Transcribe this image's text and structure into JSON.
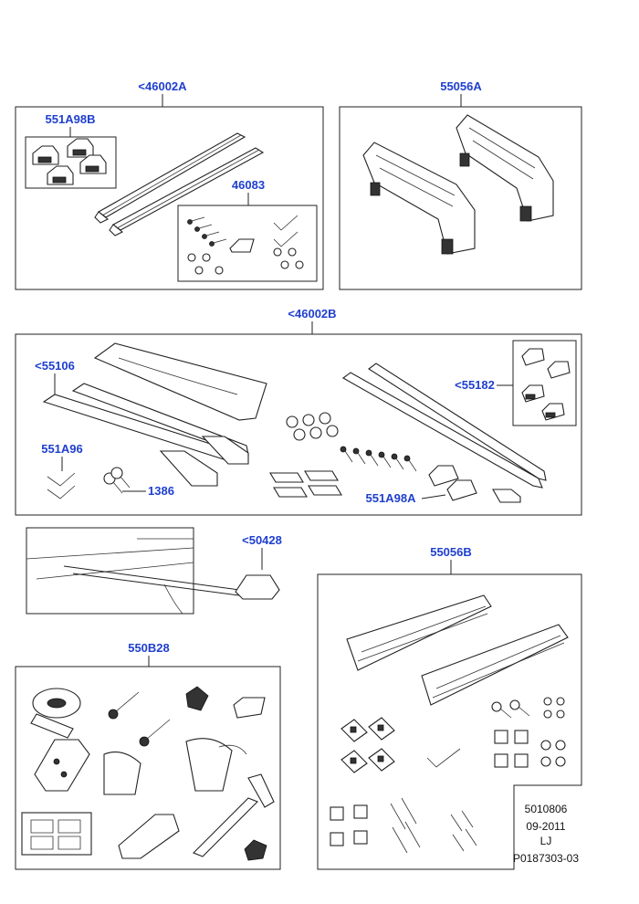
{
  "colors": {
    "callout": "#1f3fcf",
    "line": "#222222",
    "text": "#111111"
  },
  "callouts": {
    "roof_bars_set_a": "<46002A",
    "feet_pads_a": "551A98B",
    "fitting_kit": "46083",
    "ski_carrier_a": "55056A",
    "roof_bars_set_b": "<46002B",
    "bar_assembly": "<55106",
    "pads_set": "<55182",
    "allen_keys": "551A96",
    "keys": "1386",
    "feet_pads_b": "551A98A",
    "fixing_point": "<50428",
    "ski_carrier_b": "55056B",
    "cycle_carrier_kit": "550B28"
  },
  "reference_block": {
    "line1": "5010806",
    "line2": "09-2011",
    "line3": "LJ",
    "line4": "P0187303-03"
  }
}
